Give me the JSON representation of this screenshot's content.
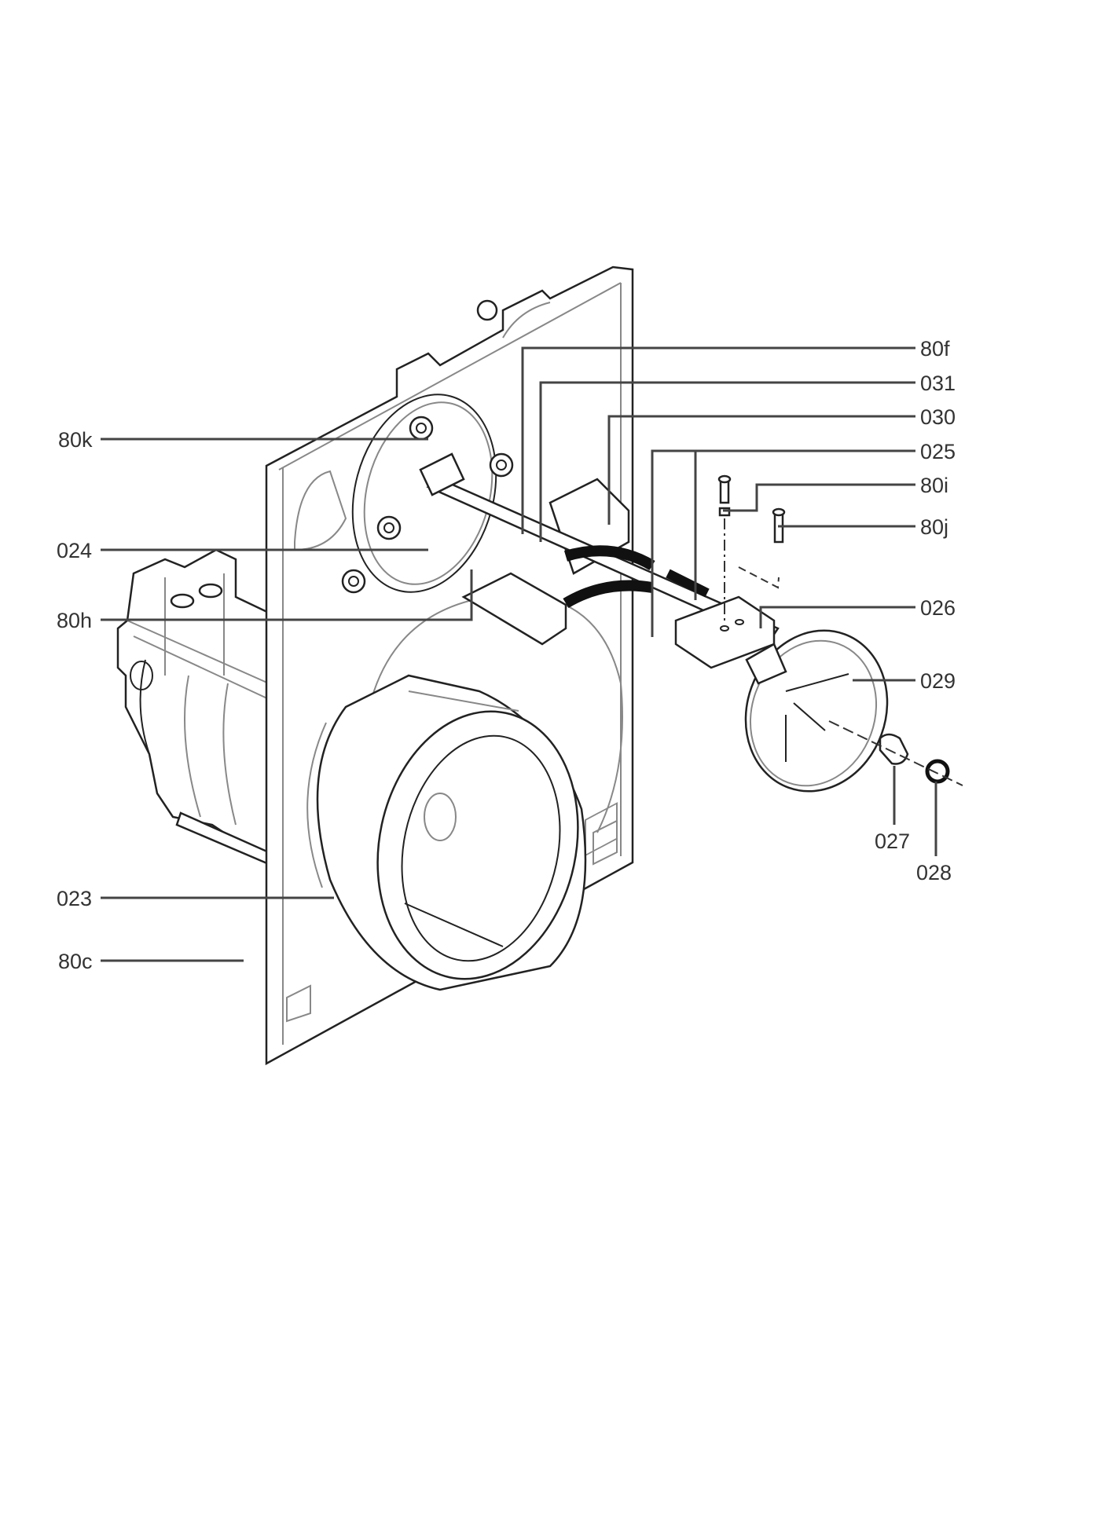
{
  "diagram": {
    "labels": {
      "l80f": "80f",
      "l031": "031",
      "l030": "030",
      "l025": "025",
      "l80i": "80i",
      "l80j": "80j",
      "l026": "026",
      "l029": "029",
      "l027": "027",
      "l028": "028",
      "l80k": "80k",
      "l024": "024",
      "l80h": "80h",
      "l023": "023",
      "l80c": "80c"
    }
  }
}
